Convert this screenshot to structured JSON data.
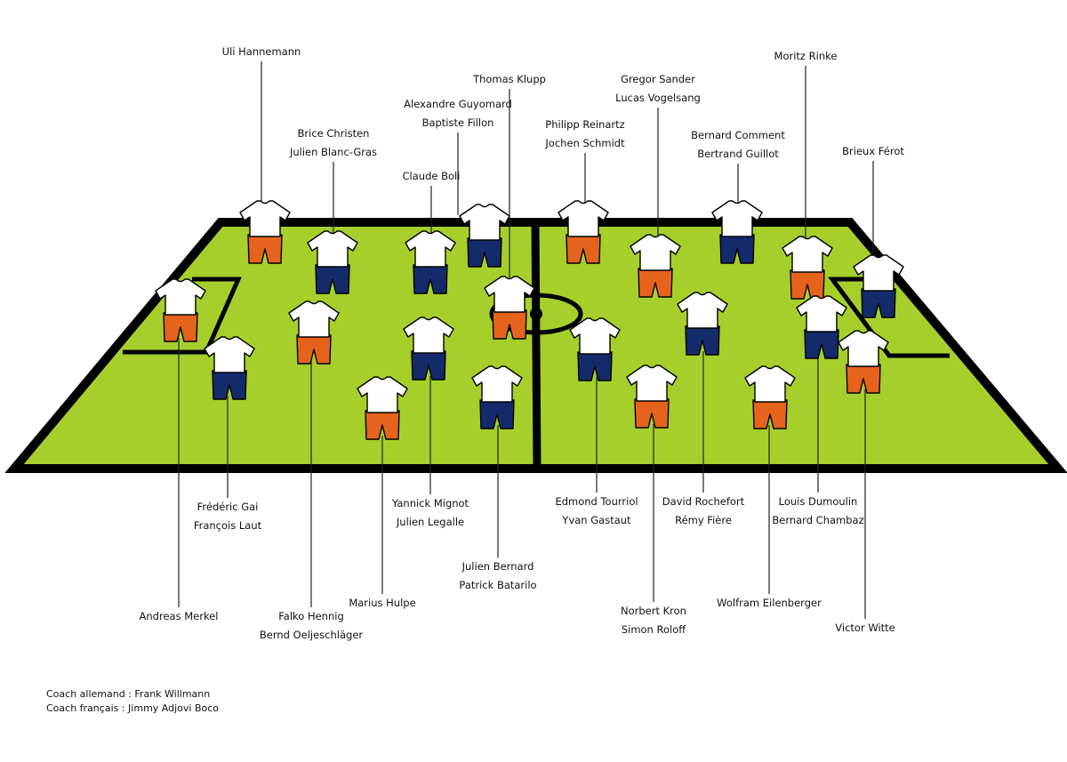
{
  "colors": {
    "pitch": "#a6cf2c",
    "lines": "#000000",
    "shirt": "#ffffff",
    "shorts_orange": "#e5631d",
    "shorts_navy": "#142b6b"
  },
  "players": [
    {
      "id": "p01",
      "names": [
        "Uli Hannemann"
      ],
      "shorts": "orange"
    },
    {
      "id": "p02",
      "names": [
        "Brice Christen",
        "Julien Blanc-Gras"
      ],
      "shorts": "navy"
    },
    {
      "id": "p03",
      "names": [
        "Claude Boli"
      ],
      "shorts": "navy"
    },
    {
      "id": "p04",
      "names": [
        "Alexandre Guyomard",
        "Baptiste Fillon"
      ],
      "shorts": "navy"
    },
    {
      "id": "p05",
      "names": [
        "Thomas Klupp"
      ],
      "shorts": "orange"
    },
    {
      "id": "p06",
      "names": [
        "Philipp Reinartz",
        "Jochen Schmidt"
      ],
      "shorts": "orange"
    },
    {
      "id": "p07",
      "names": [
        "Gregor Sander",
        "Lucas Vogelsang"
      ],
      "shorts": "orange"
    },
    {
      "id": "p08",
      "names": [
        "Bernard Comment",
        "Bertrand Guillot"
      ],
      "shorts": "navy"
    },
    {
      "id": "p09",
      "names": [
        "Moritz Rinke"
      ],
      "shorts": "orange"
    },
    {
      "id": "p10",
      "names": [
        "Brieux Férot"
      ],
      "shorts": "navy"
    },
    {
      "id": "p11",
      "names": [
        "Andreas Merkel"
      ],
      "shorts": "orange"
    },
    {
      "id": "p12",
      "names": [
        "Frédéric Gai",
        "François Laut"
      ],
      "shorts": "navy"
    },
    {
      "id": "p13",
      "names": [
        "Falko Hennig",
        "Bernd Oeljeschläger"
      ],
      "shorts": "orange"
    },
    {
      "id": "p14",
      "names": [
        "Marius Hulpe"
      ],
      "shorts": "orange"
    },
    {
      "id": "p15",
      "names": [
        "Yannick Mignot",
        "Julien Legalle"
      ],
      "shorts": "navy"
    },
    {
      "id": "p16",
      "names": [
        "Julien Bernard",
        "Patrick Batarilo"
      ],
      "shorts": "navy"
    },
    {
      "id": "p17",
      "names": [
        "Edmond Tourriol",
        "Yvan Gastaut"
      ],
      "shorts": "navy"
    },
    {
      "id": "p18",
      "names": [
        "Norbert Kron",
        "Simon Roloff"
      ],
      "shorts": "orange"
    },
    {
      "id": "p19",
      "names": [
        "David Rochefort",
        "Rémy Fière"
      ],
      "shorts": "navy"
    },
    {
      "id": "p20",
      "names": [
        "Wolfram Eilenberger"
      ],
      "shorts": "orange"
    },
    {
      "id": "p21",
      "names": [
        "Louis Dumoulin",
        "Bernard Chambaz"
      ],
      "shorts": "navy"
    },
    {
      "id": "p22",
      "names": [
        "Victor Witte"
      ],
      "shorts": "orange"
    }
  ],
  "coaches": {
    "german": "Coach allemand : Frank Willmann",
    "french": "Coach français : Jimmy Adjovi Boco"
  }
}
